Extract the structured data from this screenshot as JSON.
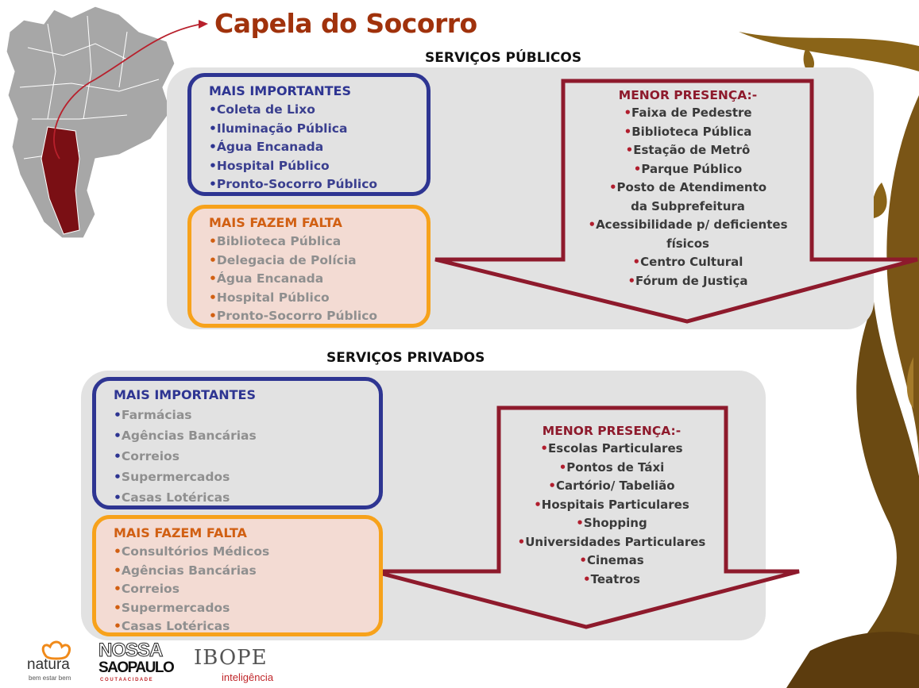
{
  "header": {
    "title": "Capela do Socorro"
  },
  "public": {
    "heading": "SERVIÇOS PÚBLICOS",
    "important": {
      "title": "MAIS IMPORTANTES",
      "items": [
        "Coleta de Lixo",
        "Iluminação Pública",
        "Água Encanada",
        "Hospital Público",
        "Pronto-Socorro Público"
      ]
    },
    "missing": {
      "title": "MAIS FAZEM FALTA",
      "items": [
        "Biblioteca Pública",
        "Delegacia de Polícia",
        "Água Encanada",
        "Hospital Público",
        "Pronto-Socorro Público"
      ]
    },
    "least": {
      "title": "MENOR PRESENÇA:-",
      "items": [
        "Faixa de Pedestre",
        "Biblioteca Pública",
        "Estação de Metrô",
        "Parque Público",
        "Posto de Atendimento",
        "da Subprefeitura",
        "Acessibilidade p/ deficientes",
        "físicos",
        "Centro Cultural",
        "Fórum de Justiça"
      ]
    }
  },
  "private": {
    "heading": "SERVIÇOS PRIVADOS",
    "important": {
      "title": "MAIS IMPORTANTES",
      "items": [
        "Farmácias",
        "Agências Bancárias",
        "Correios",
        "Supermercados",
        "Casas Lotéricas"
      ]
    },
    "missing": {
      "title": "MAIS FAZEM FALTA",
      "items": [
        "Consultórios Médicos",
        "Agências Bancárias",
        "Correios",
        "Supermercados",
        "Casas Lotéricas"
      ]
    },
    "least": {
      "title": "MENOR PRESENÇA:-",
      "items": [
        "Escolas Particulares",
        "Pontos de Táxi",
        "Cartório/ Tabelião",
        "Hospitais Particulares",
        "Shopping",
        "Universidades Particulares",
        "Cinemas",
        "Teatros"
      ]
    }
  },
  "footer": {
    "natura": {
      "name": "natura",
      "tagline": "bem estar bem"
    },
    "nossa": {
      "line1": "NOSSA",
      "line2": "SAOPAULO",
      "line3": "C O U T A A C I D A D E"
    },
    "ibope": {
      "name": "IBOPE",
      "sub": "inteligência"
    }
  },
  "colors": {
    "title": "#a0320c",
    "blue": "#2e3592",
    "orange": "#f7a21b",
    "arrow": "#8e1a2c",
    "panel": "#e2e2e2",
    "vine": "#6b4a12"
  }
}
